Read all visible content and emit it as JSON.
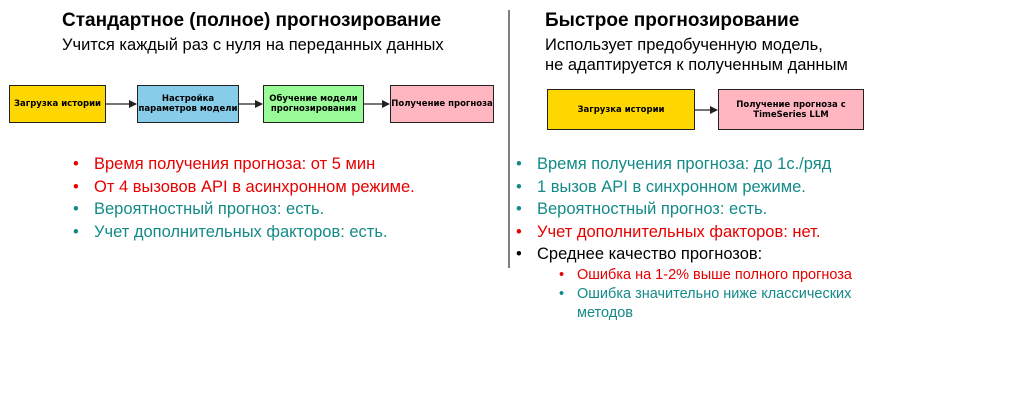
{
  "left": {
    "title": "Стандартное (полное) прогнозирование",
    "subtitle": "Учится каждый раз с нуля на переданных данных",
    "flow": [
      {
        "label": "Загрузка истории",
        "color": "#ffd700"
      },
      {
        "label": "Настройка параметров модели",
        "color": "#87cdea"
      },
      {
        "label": "Обучение модели прогнозирования",
        "color": "#98fb98"
      },
      {
        "label": "Получение прогноза",
        "color": "#ffb6c1"
      }
    ],
    "bullets": [
      {
        "text": "Время получения прогноза: от 5 мин",
        "color": "#e60000"
      },
      {
        "text": "От 4 вызовов API в асинхронном режиме.",
        "color": "#e60000"
      },
      {
        "text": "Вероятностный прогноз: есть.",
        "color": "#138a88"
      },
      {
        "text": "Учет дополнительных факторов: есть.",
        "color": "#138a88"
      }
    ]
  },
  "right": {
    "title": "Быстрое прогнозирование",
    "subtitle_line1": "Использует предобученную модель,",
    "subtitle_line2": "не адаптируется к полученным данным",
    "flow": [
      {
        "label": "Загрузка истории",
        "color": "#ffd700"
      },
      {
        "label": "Получение прогноза с TimeSeries LLM",
        "color": "#ffb6c1"
      }
    ],
    "bullets": [
      {
        "text": "Время получения прогноза: до 1с./ряд",
        "color": "#138a88"
      },
      {
        "text": "1 вызов API в синхронном режиме.",
        "color": "#138a88"
      },
      {
        "text": "Вероятностный прогноз: есть.",
        "color": "#138a88"
      },
      {
        "text": "Учет дополнительных факторов: нет.",
        "color": "#e60000"
      },
      {
        "text": "Среднее качество прогнозов:",
        "color": "#000000"
      }
    ],
    "sub_bullets": [
      {
        "text": "Ошибка на 1-2% выше полного прогноза",
        "color": "#e60000"
      },
      {
        "text": "Ошибка значительно ниже классических методов",
        "color": "#138a88"
      }
    ]
  }
}
